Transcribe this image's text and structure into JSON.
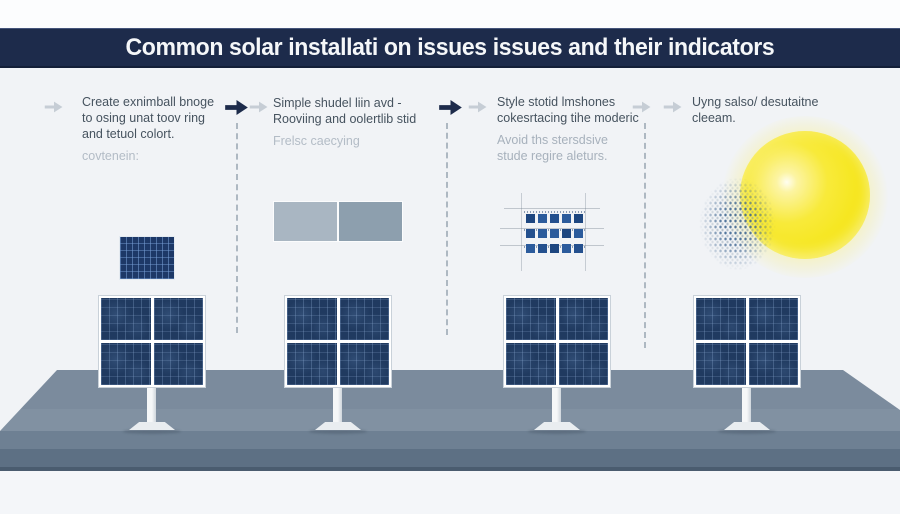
{
  "title": {
    "text": "Common solar installati on issues issues and their indicators"
  },
  "columns": [
    {
      "lines": [
        "Create exnimball bnoge",
        "to osing unat toov ring",
        "and tetuol colort."
      ],
      "sub_lines": [
        "covtenein:"
      ],
      "graphic": "small-solar-panel"
    },
    {
      "lines": [
        "Simple shudel liin avd -",
        "Rooviing and oolertlib stid"
      ],
      "sub_lines": [
        "Frelsc caecying"
      ],
      "graphic": "two-gray-rectangles"
    },
    {
      "lines": [
        "Style stotid lmshones",
        "cokesrtacing tihe moderic"
      ],
      "sub_lines": [
        "Avoid ths stersdsive",
        "stude regire aleturs."
      ],
      "graphic": "blue-square-schematic"
    },
    {
      "lines": [
        "Uyng salso/ desutaitne",
        "cleeam."
      ],
      "sub_lines": [],
      "graphic": "sun-with-halftone-dots"
    }
  ],
  "icons": {
    "light_arrow": "right-arrow-light",
    "dark_arrow": "right-arrow-dark",
    "dashed_separator": "vertical-dashed-line",
    "sun": "sun-disc"
  },
  "scene": {
    "panel_count": 4,
    "panel_description": "four 2x2 navy solar panels on white pedestal stands",
    "ground": "gray elevated platform slab"
  },
  "colors": {
    "title_bar": "#1d2b4b",
    "title_text": "#f5f7f9",
    "body_text": "#46535f",
    "muted_text": "#b3bcc6",
    "panel_navy": "#203a60",
    "platform_top": "#7b8b9d",
    "platform_front": "#5d7084",
    "sun_yellow": "#f5e515",
    "arrow_dark": "#1d2b4b",
    "arrow_light": "#c6cdd5",
    "background": "#f1f3f6"
  }
}
